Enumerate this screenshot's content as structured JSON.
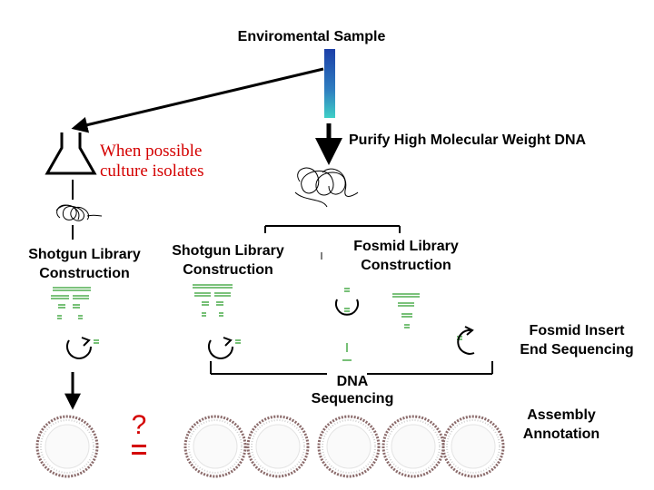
{
  "title": "Enviromental Sample",
  "steps": {
    "purify": "Purify High Molecular Weight DNA",
    "culture_line1": "When possible",
    "culture_line2": "culture isolates",
    "shotgun1_line1": "Shotgun Library",
    "shotgun1_line2": "Construction",
    "shotgun2_line1": "Shotgun Library",
    "shotgun2_line2": "Construction",
    "fosmid_line1": "Fosmid Library",
    "fosmid_line2": "Construction",
    "fosmid_end_line1": "Fosmid Insert",
    "fosmid_end_line2": "End Sequencing",
    "dna_seq_line1": "DNA",
    "dna_seq_line2": "Sequencing",
    "assembly_line1": "Assembly",
    "assembly_line2": "Annotation",
    "question_mark": "?"
  },
  "colors": {
    "arrow": "#000000",
    "fragments": "#2e9e2e",
    "annotation": "#d40000",
    "tube_top": "#1c3fa8",
    "tube_bottom": "#3fd0c6"
  },
  "icons": [
    "flask-icon",
    "dna-tangle-icon",
    "sample-tube-icon",
    "plasmid-icon",
    "genome-circle-icon"
  ]
}
